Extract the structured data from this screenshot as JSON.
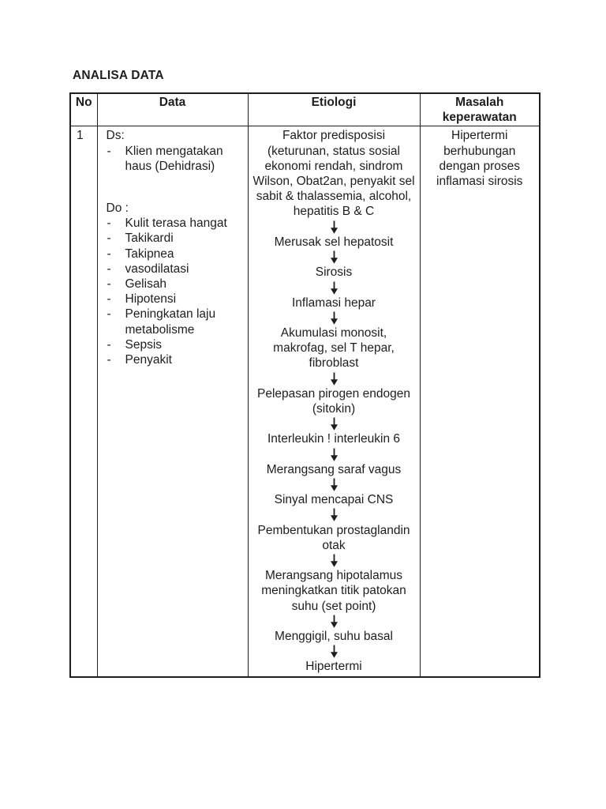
{
  "document": {
    "title": "ANALISA DATA"
  },
  "colors": {
    "page_background": "#ffffff",
    "text": "#1e1e1e",
    "table_border": "#1e1e1e"
  },
  "glyphs": {
    "bullet_dash": "-",
    "down_arrow": "↓"
  },
  "table": {
    "headers": {
      "no": "No",
      "data": "Data",
      "etiologi": "Etiologi",
      "masalah": "Masalah keperawatan"
    },
    "row": {
      "no": "1",
      "data": {
        "ds_label": "Ds:",
        "ds_items": [
          "Klien mengatakan haus (Dehidrasi)"
        ],
        "do_label": "Do :",
        "do_items": [
          "Kulit terasa hangat",
          "Takikardi",
          "Takipnea",
          "vasodilatasi",
          "Gelisah",
          "Hipotensi",
          "Peningkatan laju metabolisme",
          "Sepsis",
          "Penyakit"
        ]
      },
      "etiologi": {
        "steps": [
          "Faktor predisposisi (keturunan, status sosial ekonomi rendah, sindrom Wilson, Obat2an, penyakit sel sabit & thalassemia, alcohol, hepatitis B & C",
          "Merusak sel hepatosit",
          "Sirosis",
          "Inflamasi hepar",
          "Akumulasi monosit, makrofag, sel T hepar, fibroblast",
          "Pelepasan pirogen endogen (sitokin)",
          "Interleukin ! interleukin 6",
          "Merangsang saraf vagus",
          "Sinyal mencapai CNS",
          "Pembentukan prostaglandin otak",
          "Merangsang hipotalamus meningkatkan titik patokan suhu (set point)",
          "Menggigil, suhu basal",
          "Hipertermi"
        ]
      },
      "masalah": "Hipertermi berhubungan dengan proses inflamasi sirosis"
    }
  }
}
